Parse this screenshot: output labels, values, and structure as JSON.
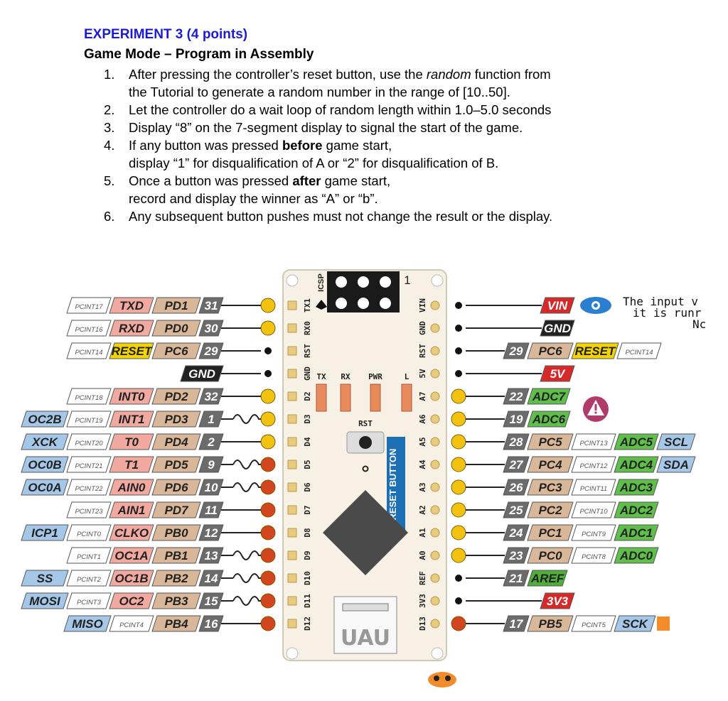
{
  "heading": {
    "title": "EXPERIMENT 3  (4 points)",
    "subtitle": "Game Mode – Program in Assembly"
  },
  "steps": [
    {
      "num": "1.",
      "lines": [
        [
          {
            "t": "After pressing the controller’s reset button, use the "
          },
          {
            "t": "random",
            "i": true
          },
          {
            "t": " function from"
          }
        ],
        [
          {
            "t": "the Tutorial to generate a random number in the range of [10..50]."
          }
        ]
      ]
    },
    {
      "num": "2.",
      "lines": [
        [
          {
            "t": "Let the controller do a wait loop of random length within 1.0–5.0 seconds"
          }
        ]
      ]
    },
    {
      "num": "3.",
      "lines": [
        [
          {
            "t": "Display “8” on the 7-segment display to signal the start of the game."
          }
        ]
      ]
    },
    {
      "num": "4.",
      "lines": [
        [
          {
            "t": "If any button was pressed "
          },
          {
            "t": "before",
            "b": true
          },
          {
            "t": " game start,"
          }
        ],
        [
          {
            "t": "display “1” for disqualification of A or “2” for disqualification of B."
          }
        ]
      ]
    },
    {
      "num": "5.",
      "lines": [
        [
          {
            "t": "Once a button was pressed "
          },
          {
            "t": "after",
            "b": true
          },
          {
            "t": " game start,"
          }
        ],
        [
          {
            "t": "record and display the winner as “A” or “b”."
          }
        ]
      ]
    },
    {
      "num": "6.",
      "lines": [
        [
          {
            "t": "Any subsequent button pushes must not change the result or the display."
          }
        ]
      ]
    }
  ],
  "board": {
    "icsp_label": "ICSP",
    "icsp_pin1": "1",
    "rst_label": "RST",
    "reset_button_label": "RESET BUTTON",
    "leds": [
      "TX",
      "RX",
      "PWR",
      "L"
    ],
    "left_header": [
      "TX1",
      "RX0",
      "RST",
      "GND",
      "D2",
      "D3",
      "D4",
      "D5",
      "D6",
      "D7",
      "D8",
      "D9",
      "D10",
      "D11",
      "D12"
    ],
    "right_header": [
      "VIN",
      "GND",
      "RST",
      "5V",
      "A7",
      "A6",
      "A5",
      "A4",
      "A3",
      "A2",
      "A1",
      "A0",
      "REF",
      "3V3",
      "D13"
    ],
    "note_lines": [
      "The input v",
      "it is runr",
      "Nc"
    ],
    "left_pins": [
      {
        "ext": "",
        "pcint": "PCINT17",
        "alt": "TXD",
        "port": "PD1",
        "num": "31",
        "pin": "yellow",
        "wave": false
      },
      {
        "ext": "",
        "pcint": "PCINT16",
        "alt": "RXD",
        "port": "PD0",
        "num": "30",
        "pin": "yellow",
        "wave": false
      },
      {
        "ext": "",
        "pcint": "PCINT14",
        "alt": "RESET",
        "port": "PC6",
        "num": "29",
        "pin": "dot",
        "wave": false,
        "alt_color": "#f4d400"
      },
      {
        "ext": "",
        "pcint": "",
        "alt": "",
        "port": "GND",
        "num": "",
        "pin": "dot",
        "wave": false,
        "port_color": "#222222"
      },
      {
        "ext": "",
        "pcint": "PCINT18",
        "alt": "INT0",
        "port": "PD2",
        "num": "32",
        "pin": "yellow",
        "wave": false
      },
      {
        "ext": "OC2B",
        "pcint": "PCINT19",
        "alt": "INT1",
        "port": "PD3",
        "num": "1",
        "pin": "yellow",
        "wave": true
      },
      {
        "ext": "XCK",
        "pcint": "PCINT20",
        "alt": "T0",
        "port": "PD4",
        "num": "2",
        "pin": "yellow",
        "wave": false
      },
      {
        "ext": "OC0B",
        "pcint": "PCINT21",
        "alt": "T1",
        "port": "PD5",
        "num": "9",
        "pin": "orange",
        "wave": true
      },
      {
        "ext": "OC0A",
        "pcint": "PCINT22",
        "alt": "AIN0",
        "port": "PD6",
        "num": "10",
        "pin": "orange",
        "wave": true
      },
      {
        "ext": "",
        "pcint": "PCINT23",
        "alt": "AIN1",
        "port": "PD7",
        "num": "11",
        "pin": "orange",
        "wave": false
      },
      {
        "ext": "ICP1",
        "pcint": "PCINT0",
        "alt": "CLKO",
        "port": "PB0",
        "num": "12",
        "pin": "orange",
        "wave": false
      },
      {
        "ext": "",
        "pcint": "PCINT1",
        "alt": "OC1A",
        "port": "PB1",
        "num": "13",
        "pin": "orange",
        "wave": true
      },
      {
        "ext": "SS",
        "pcint": "PCINT2",
        "alt": "OC1B",
        "port": "PB2",
        "num": "14",
        "pin": "orange",
        "wave": true
      },
      {
        "ext": "MOSI",
        "pcint": "PCINT3",
        "alt": "OC2",
        "port": "PB3",
        "num": "15",
        "pin": "orange",
        "wave": true
      },
      {
        "ext": "MISO",
        "pcint": "PCINT4",
        "alt": "",
        "port": "PB4",
        "num": "16",
        "pin": "orange",
        "wave": false
      }
    ],
    "right_pins": [
      {
        "num": "",
        "port": "VIN",
        "pcint": "",
        "alt": "",
        "ext": "",
        "pin": "dot",
        "port_color": "#d62a2a"
      },
      {
        "num": "",
        "port": "GND",
        "pcint": "",
        "alt": "",
        "ext": "",
        "pin": "dot",
        "port_color": "#222222"
      },
      {
        "num": "29",
        "port": "PC6",
        "pcint": "PCINT14",
        "alt": "RESET",
        "ext": "",
        "pin": "dot",
        "alt_color": "#f4d400"
      },
      {
        "num": "",
        "port": "5V",
        "pcint": "",
        "alt": "",
        "ext": "",
        "pin": "dot",
        "port_color": "#d62a2a"
      },
      {
        "num": "22",
        "port": "",
        "pcint": "",
        "alt": "ADC7",
        "ext": "",
        "pin": "yellow"
      },
      {
        "num": "19",
        "port": "",
        "pcint": "",
        "alt": "ADC6",
        "ext": "",
        "pin": "yellow"
      },
      {
        "num": "28",
        "port": "PC5",
        "pcint": "PCINT13",
        "alt": "ADC5",
        "ext": "SCL",
        "pin": "yellow"
      },
      {
        "num": "27",
        "port": "PC4",
        "pcint": "PCINT12",
        "alt": "ADC4",
        "ext": "SDA",
        "pin": "yellow"
      },
      {
        "num": "26",
        "port": "PC3",
        "pcint": "PCINT11",
        "alt": "ADC3",
        "ext": "",
        "pin": "yellow"
      },
      {
        "num": "25",
        "port": "PC2",
        "pcint": "PCINT10",
        "alt": "ADC2",
        "ext": "",
        "pin": "yellow"
      },
      {
        "num": "24",
        "port": "PC1",
        "pcint": "PCINT9",
        "alt": "ADC1",
        "ext": "",
        "pin": "yellow"
      },
      {
        "num": "23",
        "port": "PC0",
        "pcint": "PCINT8",
        "alt": "ADC0",
        "ext": "",
        "pin": "yellow"
      },
      {
        "num": "21",
        "port": "AREF",
        "pcint": "",
        "alt": "",
        "ext": "",
        "pin": "dot",
        "port_color": "#4fae3a"
      },
      {
        "num": "",
        "port": "3V3",
        "pcint": "",
        "alt": "",
        "ext": "",
        "pin": "dot",
        "port_color": "#d62a2a"
      },
      {
        "num": "17",
        "port": "PB5",
        "pcint": "PCINT5",
        "alt": "",
        "ext": "SCK",
        "pin": "orange"
      }
    ],
    "colors": {
      "num_box": "#6b6b6b",
      "port_box": "#d9b89a",
      "alt_box": "#f2aaa0",
      "pcint_box": "#ffffff",
      "ext_box": "#a6c8e8",
      "adc_box": "#5fbf4a",
      "pin_yellow": "#f2c20f",
      "pin_orange": "#d2451e",
      "board": "#f6f1e4",
      "board_edge": "#cfc8b4",
      "chip": "#4a4a4a",
      "reset_blue": "#1c6fb5"
    }
  }
}
